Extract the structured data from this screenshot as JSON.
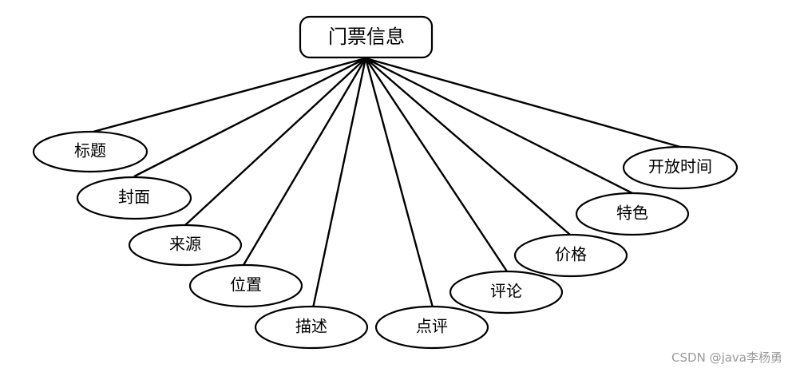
{
  "diagram": {
    "entity": {
      "label": "门票信息"
    },
    "attributes": [
      {
        "label": "标题"
      },
      {
        "label": "封面"
      },
      {
        "label": "来源"
      },
      {
        "label": "位置"
      },
      {
        "label": "描述"
      },
      {
        "label": "点评"
      },
      {
        "label": "评论"
      },
      {
        "label": "价格"
      },
      {
        "label": "特色"
      },
      {
        "label": "开放时间"
      }
    ]
  },
  "watermark": "CSDN @java李杨勇"
}
